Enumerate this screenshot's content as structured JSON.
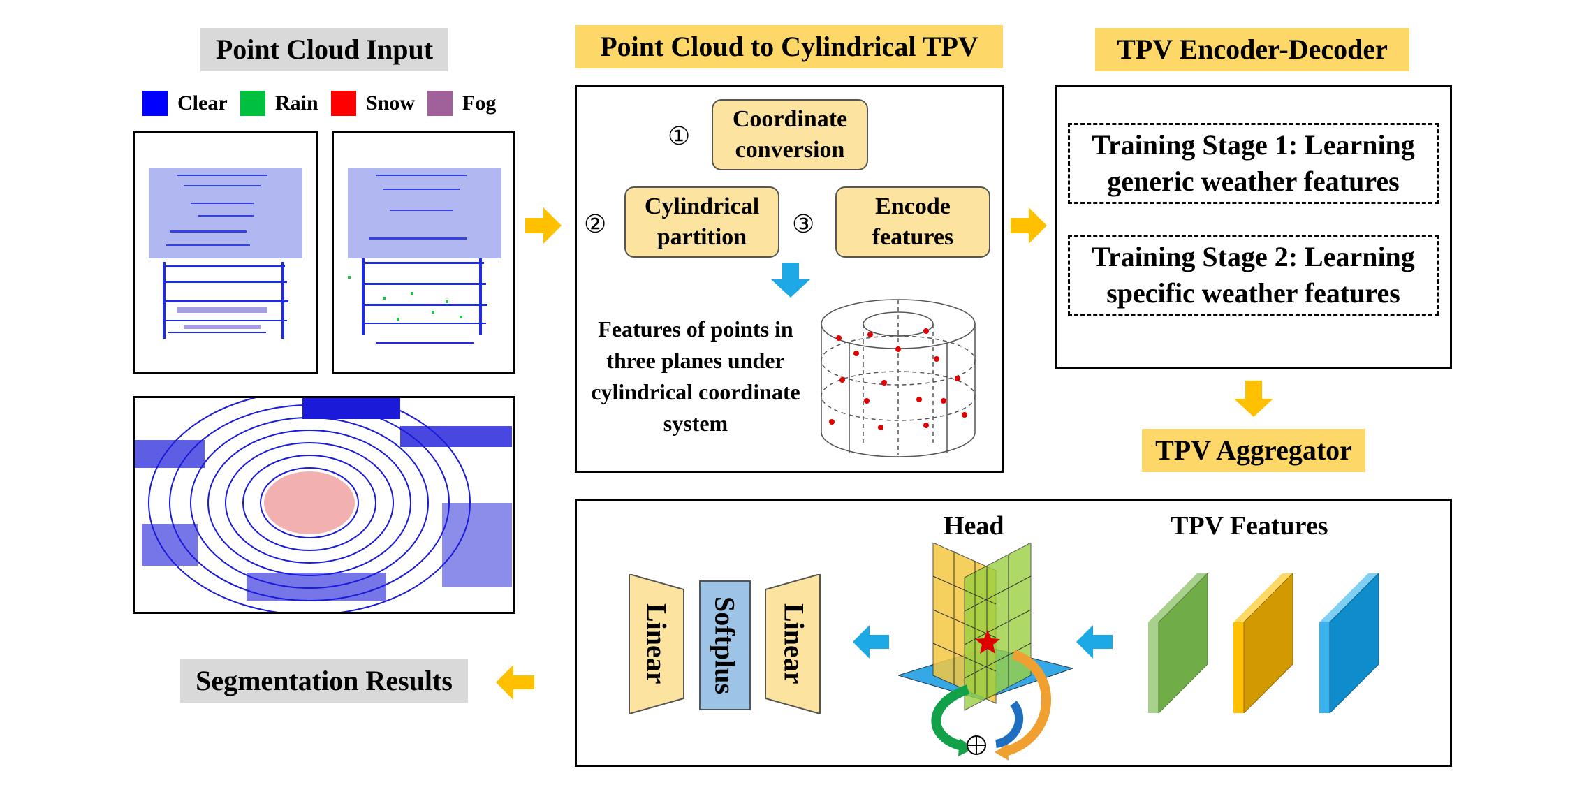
{
  "left": {
    "title": "Point Cloud Input",
    "legend": [
      {
        "label": "Clear",
        "color": "#0000ff"
      },
      {
        "label": "Rain",
        "color": "#00c040"
      },
      {
        "label": "Snow",
        "color": "#ff0000"
      },
      {
        "label": "Fog",
        "color": "#a0609a"
      }
    ],
    "result_label": "Segmentation Results"
  },
  "middle": {
    "title": "Point Cloud to Cylindrical TPV",
    "steps": [
      {
        "num": "①",
        "label": "Coordinate conversion"
      },
      {
        "num": "②",
        "label": "Cylindrical partition"
      },
      {
        "num": "③",
        "label": "Encode features"
      }
    ],
    "features_text": "Features of points in three planes under cylindrical coordinate system"
  },
  "right": {
    "title": "TPV Encoder-Decoder",
    "stage1": "Training Stage 1: Learning generic weather features",
    "stage2": "Training Stage 2: Learning specific weather features",
    "aggregator": "TPV Aggregator"
  },
  "bottom": {
    "head_label": "Head",
    "features_label": "TPV Features",
    "linear_left": "Linear",
    "softplus": "Softplus",
    "linear_right": "Linear"
  },
  "colors": {
    "gold": "#fdd768",
    "node": "#fce4a0",
    "arrow_gold": "#ffc000",
    "arrow_blue": "#1ca9e6",
    "plane_green": "#70ad47",
    "plane_gold": "#e0a800",
    "plane_blue": "#0f8ccc"
  },
  "icons": [
    "plus-circle-icon",
    "arrow-right-icon",
    "arrow-left-icon",
    "arrow-down-icon"
  ]
}
